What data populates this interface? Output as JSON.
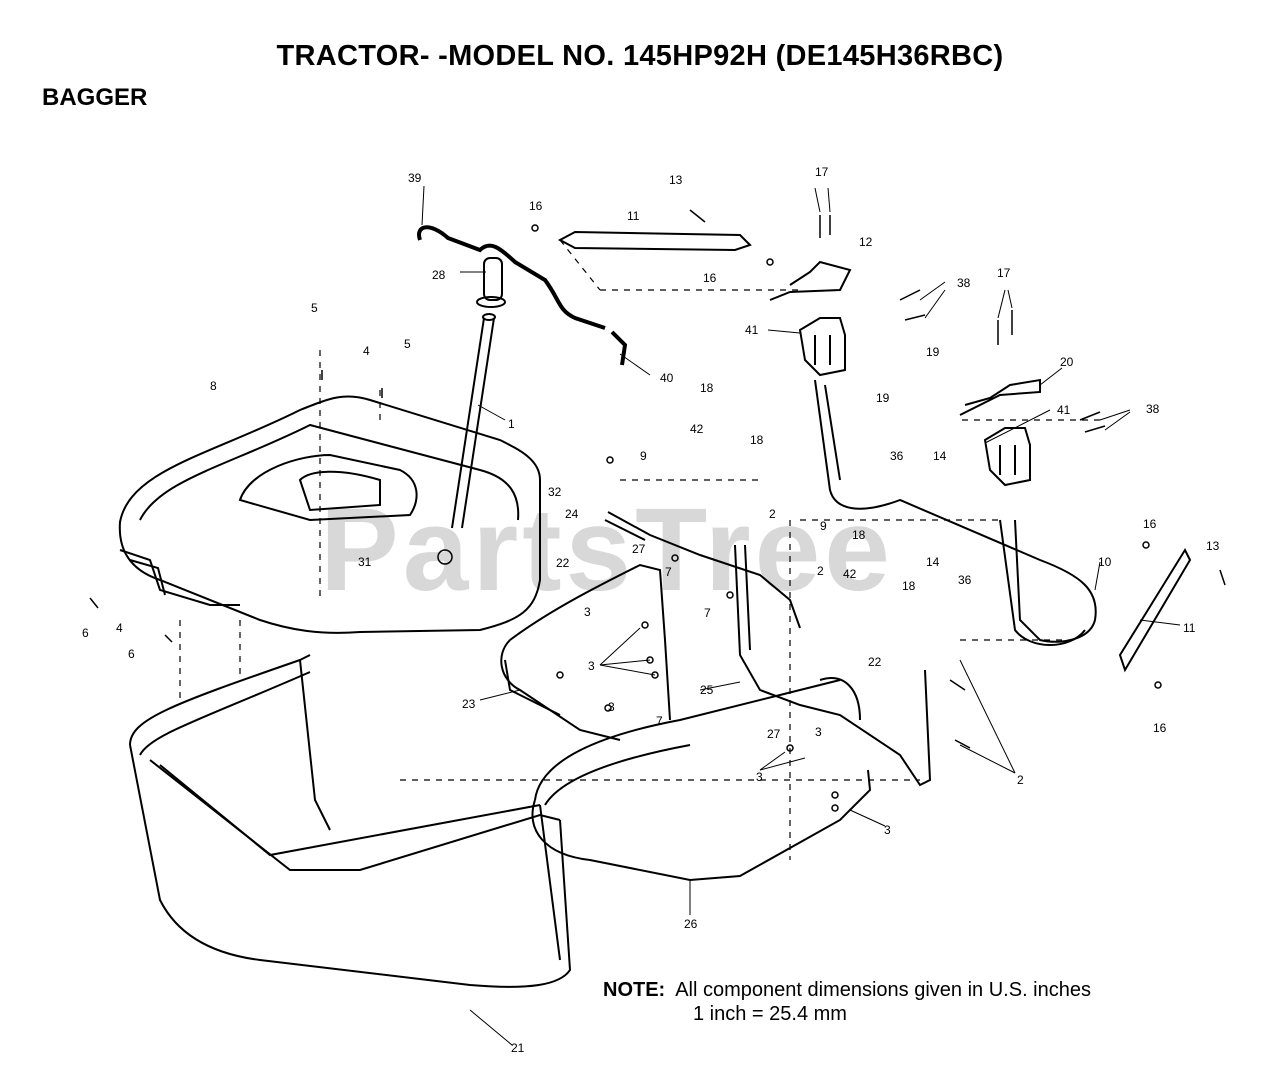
{
  "title": "TRACTOR- -MODEL NO. 145HP92H (DE145H36RBC)",
  "section": "BAGGER",
  "watermark": "PartsTree",
  "note": {
    "label": "NOTE:",
    "line1": "All component dimensions given in U.S. inches",
    "line2": "1 inch = 25.4 mm"
  },
  "callouts": [
    "39",
    "13",
    "16",
    "11",
    "17",
    "12",
    "16",
    "17",
    "28",
    "38",
    "41",
    "5",
    "5",
    "4",
    "40",
    "20",
    "19",
    "19",
    "18",
    "18",
    "42",
    "8",
    "1",
    "41",
    "38",
    "9",
    "14",
    "36",
    "32",
    "24",
    "2",
    "9",
    "18",
    "31",
    "22",
    "27",
    "42",
    "18",
    "14",
    "36",
    "16",
    "13",
    "6",
    "7",
    "2",
    "10",
    "4",
    "6",
    "3",
    "11",
    "7",
    "3",
    "16",
    "23",
    "25",
    "22",
    "7",
    "27",
    "3",
    "3",
    "3",
    "2",
    "3",
    "26",
    "21"
  ]
}
